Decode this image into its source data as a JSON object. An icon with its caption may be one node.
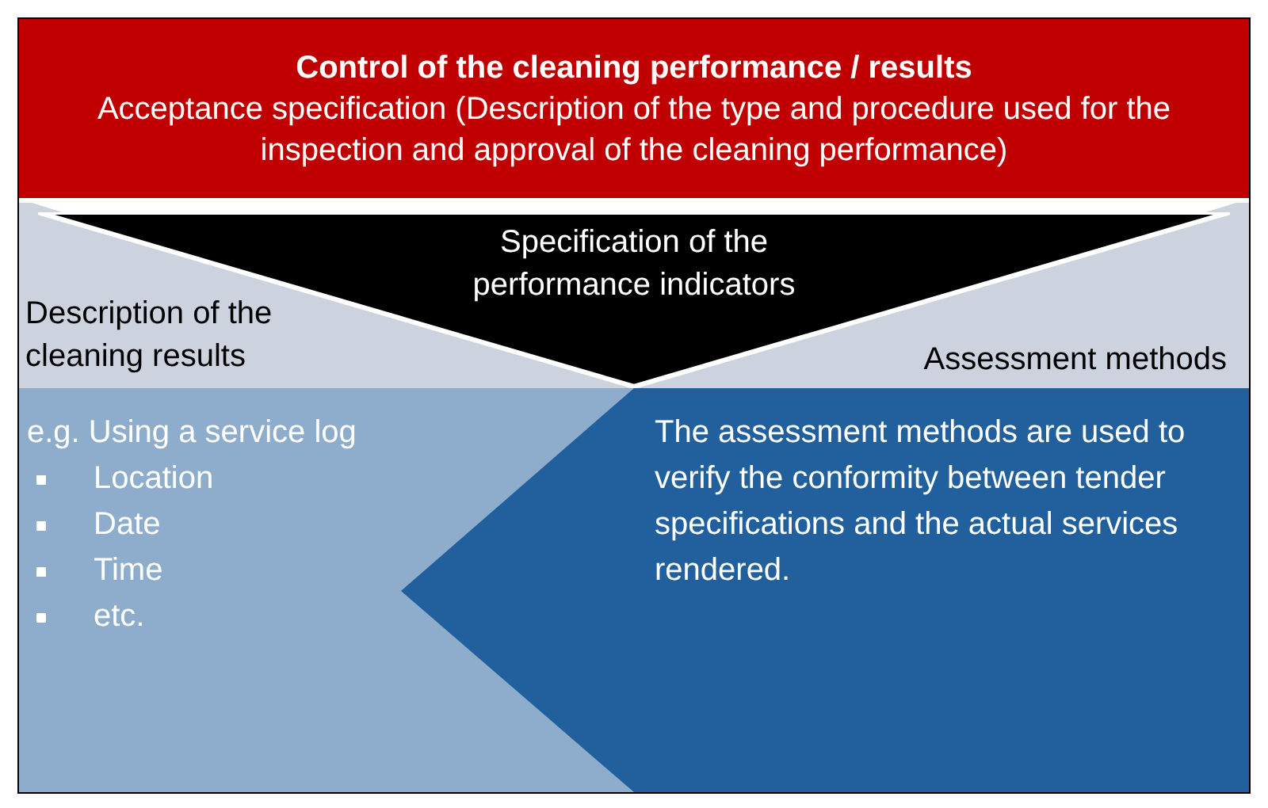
{
  "diagram": {
    "nodes": [
      {
        "text": [
          "Control of the cleaning performance / results",
          "Acceptance specification (Description of the type and procedure used for the inspection and approval of the cleaning performance)"
        ]
      },
      {
        "text": [
          "Specification of the performance indicators"
        ]
      },
      {
        "text": [
          "Description of the cleaning results"
        ]
      },
      {
        "text": [
          "Assessment methods"
        ]
      },
      {
        "text": [
          "e.g. Using a service log",
          "Location",
          "Date",
          "Time",
          "etc."
        ]
      },
      {
        "text": [
          "The assessment methods are used to verify the conformity between tender specifications and the actual services rendered."
        ]
      }
    ]
  }
}
